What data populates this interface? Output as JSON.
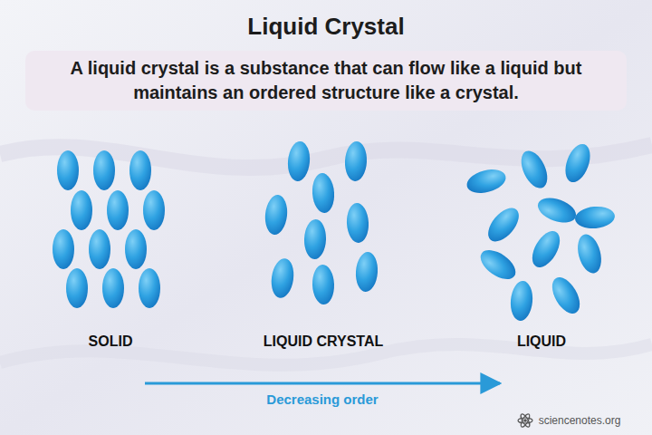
{
  "diagram": {
    "title": "Liquid Crystal",
    "nodes": [
      {
        "text": [
          "A liquid crystal is a substance that can flow like a liquid but maintains an ordered structure like a crystal."
        ]
      }
    ],
    "labels": [
      "SOLID",
      "LIQUID CRYSTAL",
      "LIQUID",
      "Decreasing order",
      "sciencenotes.org"
    ]
  }
}
